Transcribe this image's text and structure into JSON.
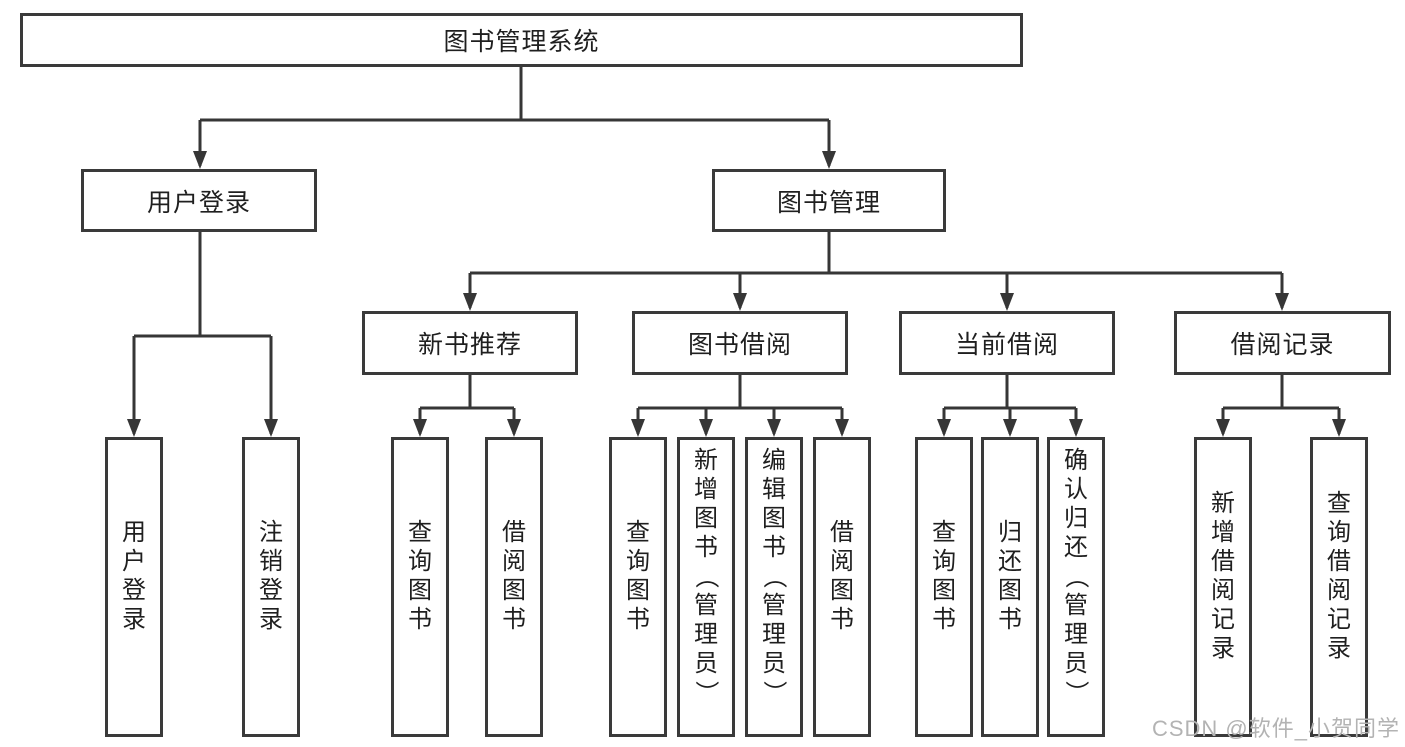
{
  "diagram": {
    "root": {
      "label": "图书管理系统"
    },
    "branches": [
      {
        "label": "用户登录",
        "children": [
          {
            "label": "用户登录"
          },
          {
            "label": "注销登录"
          }
        ]
      },
      {
        "label": "图书管理",
        "children": [
          {
            "label": "新书推荐",
            "children": [
              {
                "label": "查询图书"
              },
              {
                "label": "借阅图书"
              }
            ]
          },
          {
            "label": "图书借阅",
            "children": [
              {
                "label": "查询图书"
              },
              {
                "label": "新增图书（管理员）"
              },
              {
                "label": "编辑图书（管理员）"
              },
              {
                "label": "借阅图书"
              }
            ]
          },
          {
            "label": "当前借阅",
            "children": [
              {
                "label": "查询图书"
              },
              {
                "label": "归还图书"
              },
              {
                "label": "确认归还（管理员）"
              }
            ]
          },
          {
            "label": "借阅记录",
            "children": [
              {
                "label": "新增借阅记录"
              },
              {
                "label": "查询借阅记录"
              }
            ]
          }
        ]
      }
    ]
  },
  "watermark": {
    "text": "CSDN @软件_小贺同学"
  },
  "colors": {
    "border": "#3a3a3a",
    "line": "#363636",
    "text": "#1f1f1f",
    "watermark": "#b3b3b3",
    "background": "#ffffff"
  }
}
